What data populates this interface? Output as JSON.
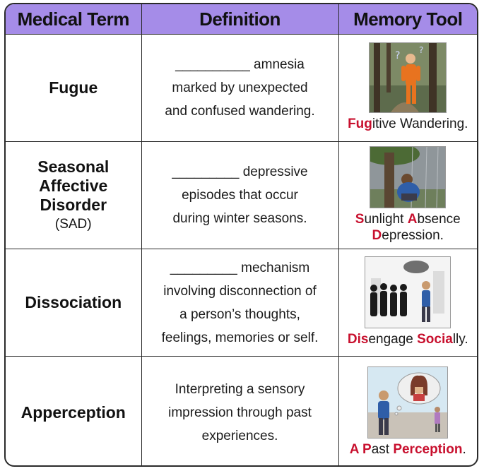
{
  "headers": [
    "Medical Term",
    "Definition",
    "Memory Tool"
  ],
  "accent": "#c8102e",
  "header_bg": "#a58ce8",
  "rows": [
    {
      "term": "Fugue",
      "term_abbr": "",
      "definition": [
        "__________ amnesia",
        "marked by unexpected",
        "and confused wandering."
      ],
      "illustration": "man-wandering-lost-in-forest",
      "mnemonic_line1": [
        {
          "t": "Fug",
          "hl": true
        },
        {
          "t": "itive Wandering.",
          "hl": false
        }
      ],
      "mnemonic_line2": []
    },
    {
      "term": "Seasonal Affective Disorder",
      "term_abbr": "(SAD)",
      "definition": [
        "_________ depressive",
        "episodes that occur",
        "during winter seasons."
      ],
      "illustration": "sad-person-under-tree",
      "mnemonic_line1": [
        {
          "t": "S",
          "hl": true
        },
        {
          "t": "unlight ",
          "hl": false
        },
        {
          "t": "A",
          "hl": true
        },
        {
          "t": "bsence",
          "hl": false
        }
      ],
      "mnemonic_line2": [
        {
          "t": "D",
          "hl": true
        },
        {
          "t": "epression.",
          "hl": false
        }
      ]
    },
    {
      "term": "Dissociation",
      "term_abbr": "",
      "definition": [
        "_________ mechanism",
        "involving disconnection of",
        "a person’s thoughts,",
        "feelings, memories or self."
      ],
      "illustration": "man-walking-away-from-crowd",
      "mnemonic_line1": [
        {
          "t": "Dis",
          "hl": true
        },
        {
          "t": "engage ",
          "hl": false
        },
        {
          "t": "Socia",
          "hl": true
        },
        {
          "t": "lly.",
          "hl": false
        }
      ],
      "mnemonic_line2": []
    },
    {
      "term": "Apperception",
      "term_abbr": "",
      "definition": [
        "Interpreting a sensory",
        "impression through past",
        "experiences."
      ],
      "illustration": "man-recalling-memory",
      "mnemonic_line1": [
        {
          "t": "A ",
          "hl": true
        },
        {
          "t": "P",
          "hl": true
        },
        {
          "t": "ast ",
          "hl": false
        },
        {
          "t": "Perception",
          "hl": true
        },
        {
          "t": ".",
          "hl": false
        }
      ],
      "mnemonic_line2": []
    }
  ]
}
